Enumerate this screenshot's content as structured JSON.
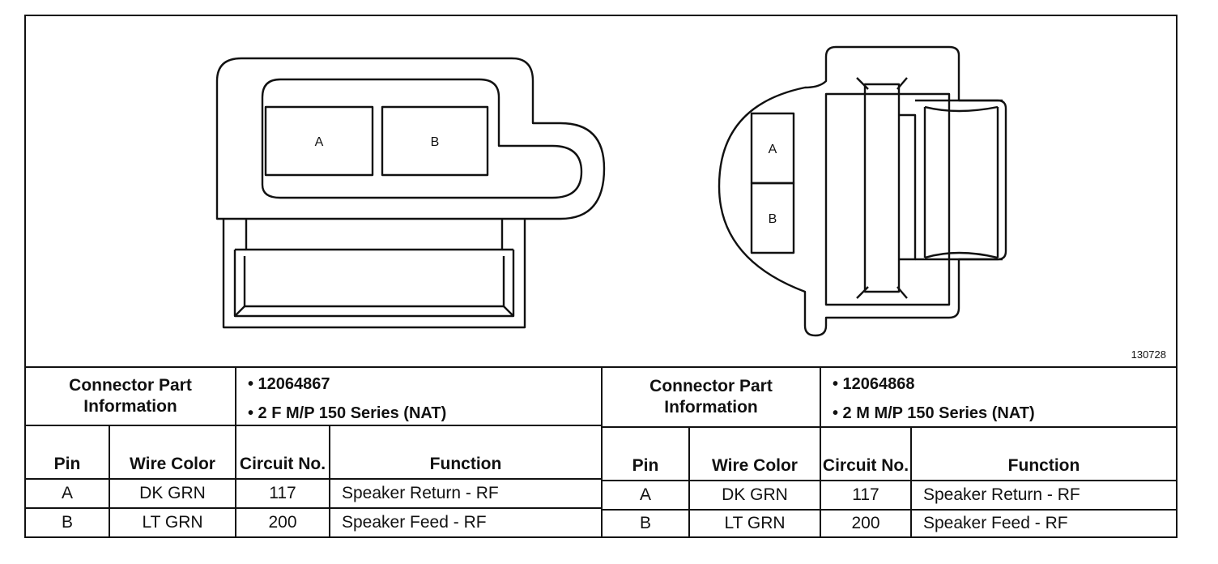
{
  "figure": {
    "number": "130728",
    "left_connector": {
      "cavities": [
        "A",
        "B"
      ]
    },
    "right_connector": {
      "cavities": [
        "A",
        "B"
      ]
    }
  },
  "tables": [
    {
      "info_label": "Connector Part Information",
      "info_items": [
        "• 12064867",
        "• 2 F M/P 150 Series (NAT)"
      ],
      "columns": [
        "Pin",
        "Wire Color",
        "Circuit No.",
        "Function"
      ],
      "rows": [
        [
          "A",
          "DK GRN",
          "117",
          "Speaker Return - RF"
        ],
        [
          "B",
          "LT GRN",
          "200",
          "Speaker Feed - RF"
        ]
      ]
    },
    {
      "info_label": "Connector Part Information",
      "info_items": [
        "• 12064868",
        "• 2 M M/P 150 Series (NAT)"
      ],
      "columns": [
        "Pin",
        "Wire Color",
        "Circuit No.",
        "Function"
      ],
      "rows": [
        [
          "A",
          "DK GRN",
          "117",
          "Speaker Return - RF"
        ],
        [
          "B",
          "LT GRN",
          "200",
          "Speaker Feed - RF"
        ]
      ]
    }
  ]
}
